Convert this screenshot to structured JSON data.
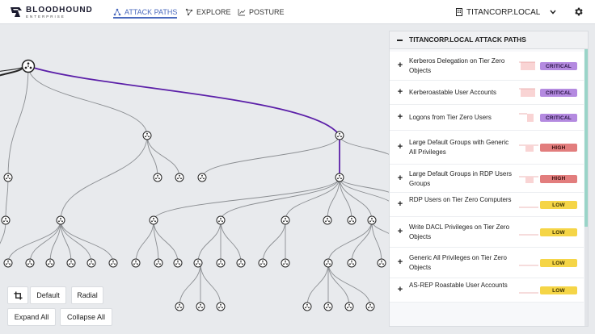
{
  "brand": {
    "name": "BLOODHOUND",
    "sub": "ENTERPRISE"
  },
  "nav": [
    {
      "label": "ATTACK PATHS",
      "icon": "attack-paths-icon",
      "active": true
    },
    {
      "label": "EXPLORE",
      "icon": "explore-icon",
      "active": false
    },
    {
      "label": "POSTURE",
      "icon": "posture-icon",
      "active": false
    }
  ],
  "domain": {
    "label": "TITANCORP.LOCAL",
    "icon": "building-icon"
  },
  "panel": {
    "title": "TITANCORP.LOCAL ATTACK PATHS",
    "rows": [
      {
        "title": "Kerberos Delegation on Tier Zero Objects",
        "severity": "CRITICAL"
      },
      {
        "title": "Kerberoastable User Accounts",
        "severity": "CRITICAL"
      },
      {
        "title": "Logons from Tier Zero Users",
        "severity": "CRITICAL"
      },
      {
        "title": "Large Default Groups with Generic All Privileges",
        "severity": "HIGH"
      },
      {
        "title": "Large Default Groups in RDP Users Groups",
        "severity": "HIGH"
      },
      {
        "title": "RDP Users on Tier Zero Computers",
        "severity": "LOW"
      },
      {
        "title": "Write DACL Privileges on Tier Zero Objects",
        "severity": "LOW"
      },
      {
        "title": "Generic All Privileges on Tier Zero Objects",
        "severity": "LOW"
      },
      {
        "title": "AS-REP Roastable User Accounts",
        "severity": "LOW"
      }
    ]
  },
  "severity_colors": {
    "CRITICAL": {
      "bg": "#b48ae0",
      "fg": "#2a1545"
    },
    "HIGH": {
      "bg": "#e27d7d",
      "fg": "#3a1010"
    },
    "LOW": {
      "bg": "#f5d547",
      "fg": "#3a3000"
    }
  },
  "controls": {
    "crop_icon": "crop-icon",
    "default_label": "Default",
    "radial_label": "Radial",
    "expand_label": "Expand All",
    "collapse_label": "Collapse All"
  },
  "colors": {
    "accent": "#4a69bd",
    "path": "#5b1fa8",
    "edge": "#8a8d91"
  }
}
